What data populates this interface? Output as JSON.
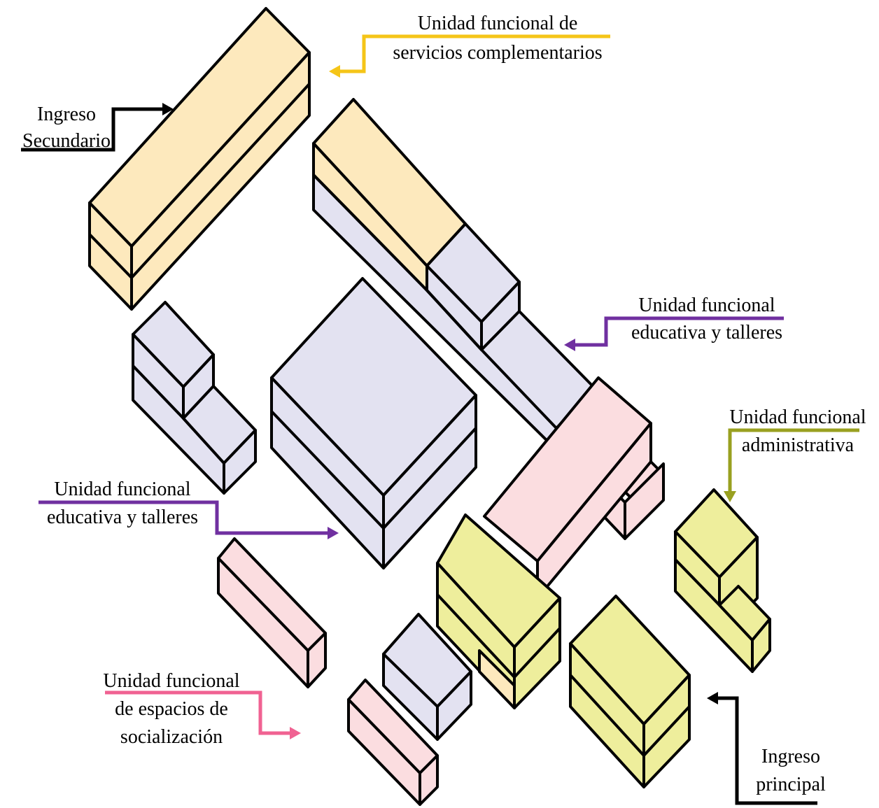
{
  "colors": {
    "servicios": "#fde9bd",
    "educativa": "#e3e2f1",
    "socializacion": "#fbdde0",
    "administrativa": "#eeee9c",
    "arrow_servicios": "#f5c518",
    "arrow_educativa": "#7030a0",
    "arrow_administrativa": "#99a020",
    "arrow_socializacion": "#f06292",
    "arrow_ingreso": "#000000"
  },
  "labels": {
    "servicios_l1": "Unidad funcional de",
    "servicios_l2": "servicios complementarios",
    "ingreso_sec_l1": "Ingreso",
    "ingreso_sec_l2": "Secundario",
    "educativa_r_l1": "Unidad funcional",
    "educativa_r_l2": "educativa y talleres",
    "administrativa_l1": "Unidad funcional",
    "administrativa_l2": "administrativa",
    "educativa_l_l1": "Unidad funcional",
    "educativa_l_l2": "educativa y talleres",
    "socializacion_l1": "Unidad funcional",
    "socializacion_l2": "de espacios de",
    "socializacion_l3": "socialización",
    "ingreso_pri_l1": "Ingreso",
    "ingreso_pri_l2": "principal"
  }
}
